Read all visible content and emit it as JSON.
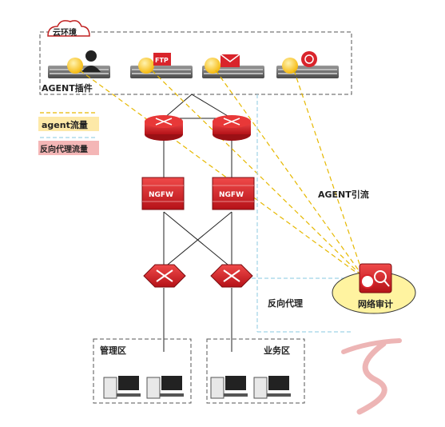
{
  "labels": {
    "cloud_env": "云环境",
    "agent_plugin": "AGENT插件",
    "agent_traffic": "agent流量",
    "reverse_proxy_traffic": "反向代理流量",
    "agent_redirect": "AGENT引流",
    "reverse_proxy": "反向代理",
    "network_audit": "网络审计",
    "management_zone": "管理区",
    "business_zone": "业务区",
    "ngfw_left": "NGFW",
    "ngfw_right": "NGFW",
    "ftp_tag": "FTP"
  },
  "colors": {
    "device_red": "#d9242b",
    "agent_line": "#e6b800",
    "proxy_line": "#9fd3e6",
    "audit_ellipse": "#fff3a0",
    "legend_agent_bg": "#fde9a8",
    "legend_proxy_bg": "#f4b6b6"
  },
  "icons": {
    "cloud": "cloud-icon",
    "server": "server-icon",
    "router": "router-icon",
    "firewall": "firewall-icon",
    "switch": "switch-icon",
    "audit": "audit-device-icon",
    "pc": "desktop-pc-icon"
  }
}
